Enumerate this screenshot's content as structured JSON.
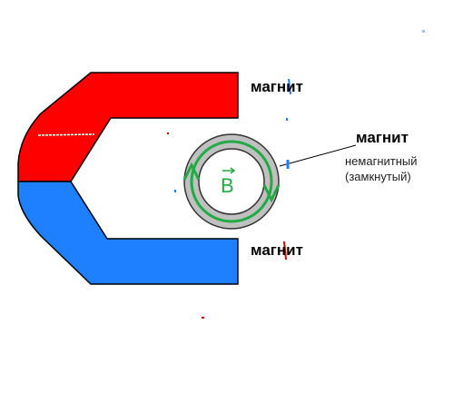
{
  "labels": {
    "magnet_top": "магнит",
    "magnet_bottom": "магнит",
    "magnet_right": "магнит",
    "nonmagnetic_line1": "немагнитный",
    "nonmagnetic_line2": "(замкнутый)",
    "field_symbol": "B"
  },
  "colors": {
    "north_pole": "#ff0000",
    "south_pole": "#1e7fff",
    "ring": "#c0c0c0",
    "field_line": "#22aa44",
    "outline": "#000000",
    "marker": "#1e7fff"
  }
}
